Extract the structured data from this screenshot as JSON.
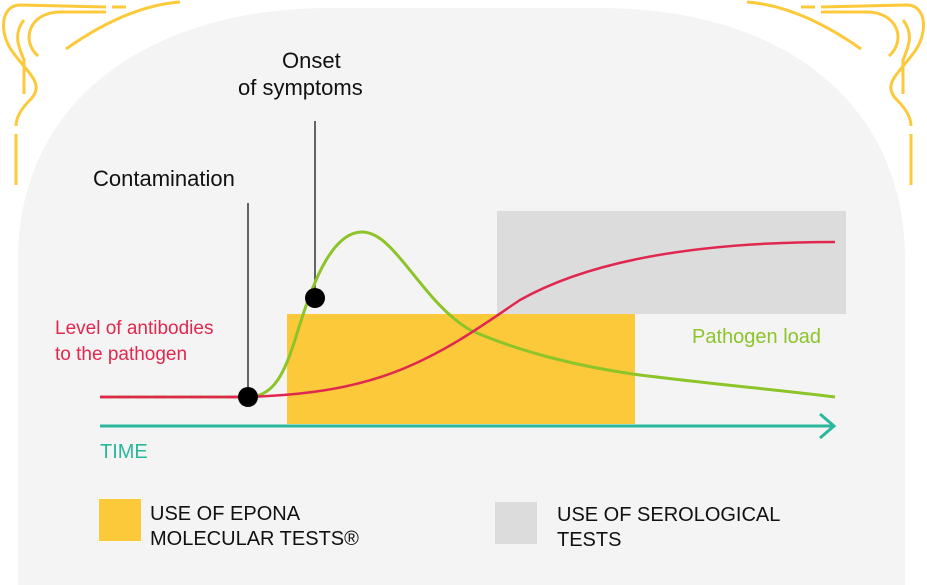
{
  "annotations": {
    "onset_line1": "Onset",
    "onset_line2": "of symptoms",
    "contamination": "Contamination",
    "antibodies_line1": "Level of antibodies",
    "antibodies_line2": "to the pathogen",
    "pathogen_load": "Pathogen load",
    "time_axis": "TIME"
  },
  "legend": {
    "epona_line1": "USE OF EPONA",
    "epona_line2": "MOLECULAR TESTS®",
    "serological_line1": "USE OF SEROLOGICAL",
    "serological_line2": "TESTS"
  },
  "colors": {
    "epona": "#fcc93a",
    "serological": "#dcdcdc",
    "antibodies": "#e0284f",
    "pathogen": "#8cc42a",
    "time_axis": "#2bb79c",
    "ornament": "#fcc93a",
    "background": "#f4f4f4"
  }
}
